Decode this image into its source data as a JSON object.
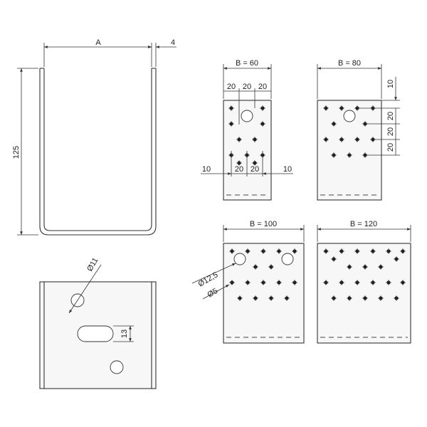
{
  "labels": {
    "a": "A",
    "thickness": "4",
    "height": "125",
    "b60": "B = 60",
    "b80": "B = 80",
    "b100": "B = 100",
    "b120": "B = 120",
    "d20": "20",
    "d10": "10",
    "hole_d11": "Ø11",
    "hole_d125": "Ø12,5",
    "hole_d5": "Ø5",
    "slot_13": "13"
  }
}
